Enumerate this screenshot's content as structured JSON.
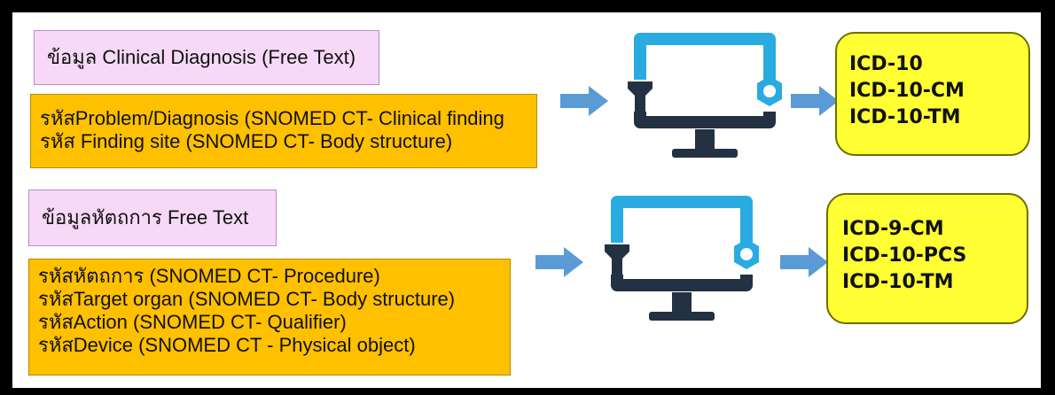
{
  "row1": {
    "source_label": "ข้อมูล Clinical Diagnosis (Free Text)",
    "code_lines": [
      "รหัสProblem/Diagnosis (SNOMED CT- Clinical finding",
      "รหัส Finding site (SNOMED CT- Body structure)"
    ],
    "target_codes": [
      "ICD-10",
      "ICD-10-CM",
      "ICD-10-TM"
    ]
  },
  "row2": {
    "source_label": "ข้อมูลหัตถการ Free Text",
    "code_lines": [
      "รหัสหัตถการ (SNOMED CT- Procedure)",
      "รหัสTarget organ (SNOMED CT- Body structure)",
      "รหัสAction (SNOMED CT- Qualifier)",
      "รหัสDevice (SNOMED CT - Physical object)"
    ],
    "target_codes": [
      "ICD-9-CM",
      "ICD-10-PCS",
      "ICD-10-TM"
    ]
  },
  "icons": {
    "arrow": "right-arrow-icon",
    "monitor": "computer-repair-icon",
    "arrow_color": "#5b9bd5",
    "screen_color": "#29abe2",
    "stand_color": "#233142"
  }
}
